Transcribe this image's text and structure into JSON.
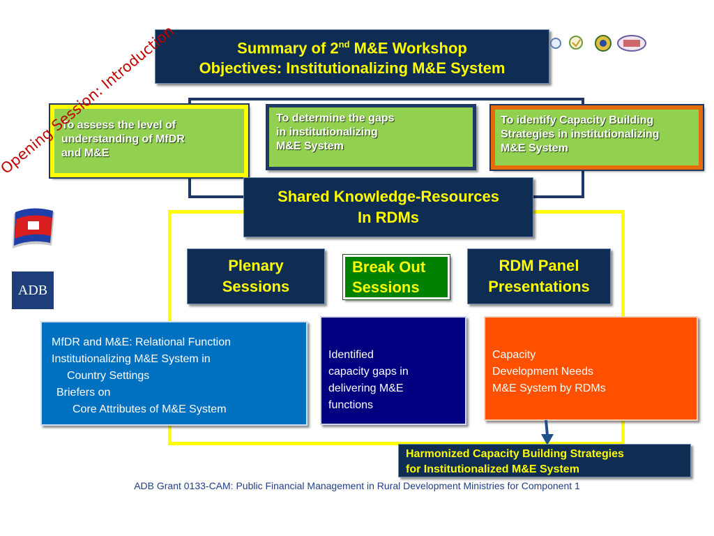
{
  "title": {
    "line1_pre": "Summary  of  2",
    "line1_sup": "nd",
    "line1_post": " M&E Workshop",
    "line2": "Objectives: Institutionalizing M&E System"
  },
  "stamp": "Opening Session: Introduction",
  "objectives": [
    {
      "line1": "To assess the level of",
      "line2": "understanding  of  MfDR",
      "line3": "and M&E"
    },
    {
      "line1": "To determine the gaps",
      "line2": "in institutionalizing",
      "line3": "M&E System"
    },
    {
      "line1": "To identify Capacity Building",
      "line2": "Strategies in institutionalizing",
      "line3": "M&E  System"
    }
  ],
  "shared": {
    "line1": "Shared Knowledge-Resources",
    "line2": "In RDMs"
  },
  "sessions": [
    {
      "line1": "Plenary",
      "line2": "Sessions"
    },
    {
      "line1": "Break Out",
      "line2": "Sessions"
    },
    {
      "line1": "RDM  Panel",
      "line2": "Presentations"
    }
  ],
  "details": {
    "plenary": [
      "MfDR and M&E: Relational Function",
      "Institutionalizing  M&E System in",
      "Country Settings",
      "Briefers on",
      "Core Attributes of M&E System"
    ],
    "breakout": [
      "Identified",
      "capacity gaps in",
      "delivering  M&E",
      "functions"
    ],
    "panel": [
      "Capacity",
      "Development Needs",
      "M&E System by RDMs"
    ]
  },
  "harmonized": {
    "line1": "Harmonized  Capacity Building Strategies",
    "line2": "for Institutionalized M&E System"
  },
  "footer": "ADB Grant 0133-CAM: Public Financial Management in Rural Development Ministries for Component 1",
  "adb_logo": "ADB",
  "colors": {
    "navy": "#0f2d52",
    "green": "#92d050",
    "yellow": "#ffff00",
    "orange": "#e46c0a",
    "blue": "#0070c0",
    "dark_blue": "#000080",
    "red_orange": "#ff5000",
    "break_green": "#008000",
    "stamp_red": "#c00000"
  }
}
